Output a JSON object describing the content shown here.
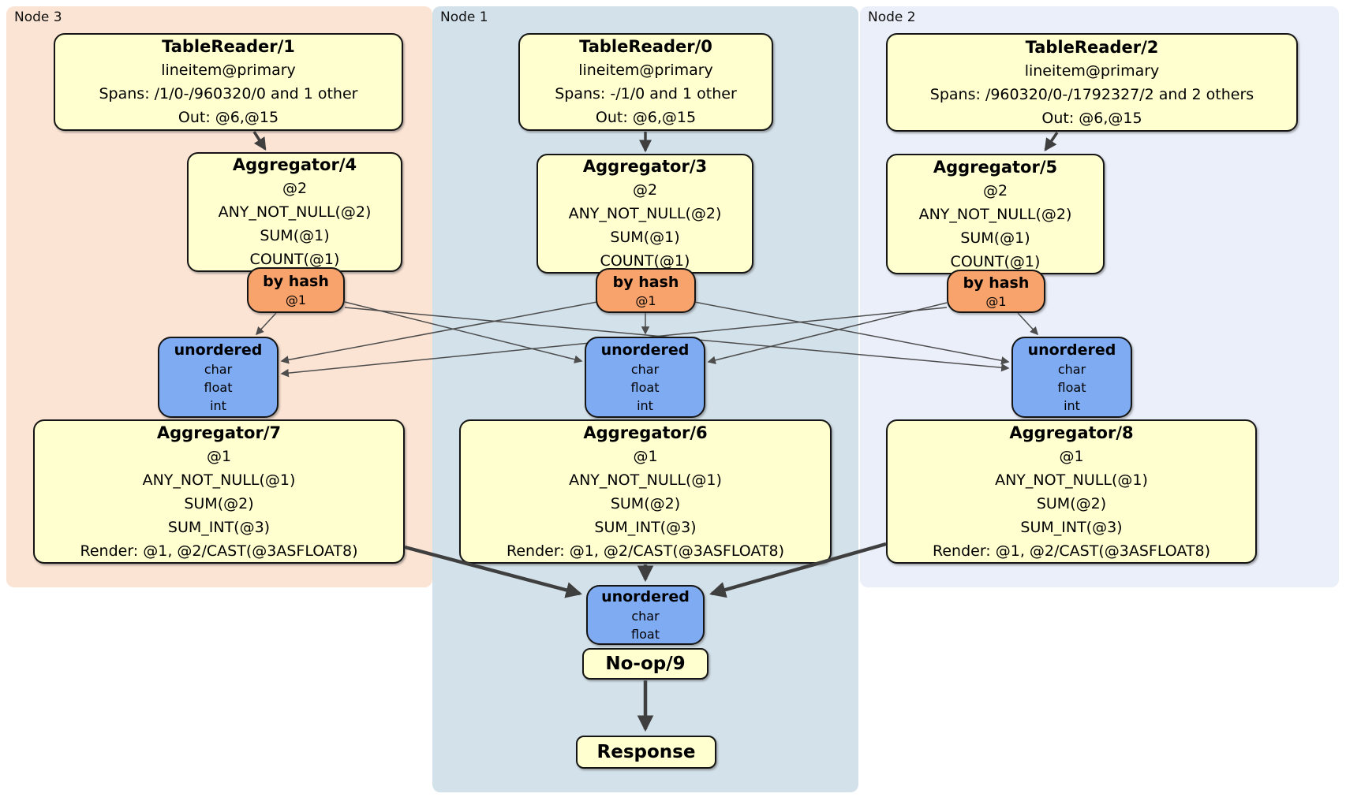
{
  "diagram": {
    "kind": "distsql-plan",
    "regions": {
      "node3": {
        "label": "Node 3",
        "color": "#fce4d4"
      },
      "node1": {
        "label": "Node 1",
        "color": "#d3e1ea"
      },
      "node2": {
        "label": "Node 2",
        "color": "#eaeffa"
      }
    },
    "colors": {
      "box_fill": "#ffffcf",
      "router_fill": "#f7a36b",
      "sync_fill": "#7fabf3",
      "edge": "#3f3f3f"
    },
    "boxes": {
      "tr1": {
        "title": "TableReader/1",
        "lines": [
          "lineitem@primary",
          "Spans: /1/0-/960320/0 and 1 other",
          "Out: @6,@15"
        ]
      },
      "agg4": {
        "title": "Aggregator/4",
        "lines": [
          "@2",
          "ANY_NOT_NULL(@2)",
          "SUM(@1)",
          "COUNT(@1)"
        ]
      },
      "router3": {
        "title": "by hash",
        "lines": [
          "@1"
        ]
      },
      "sync3": {
        "title": "unordered",
        "lines": [
          "char",
          "float",
          "int"
        ]
      },
      "agg7": {
        "title": "Aggregator/7",
        "lines": [
          "@1",
          "ANY_NOT_NULL(@1)",
          "SUM(@2)",
          "SUM_INT(@3)",
          "Render: @1, @2/CAST(@3ASFLOAT8)"
        ]
      },
      "tr0": {
        "title": "TableReader/0",
        "lines": [
          "lineitem@primary",
          "Spans: -/1/0 and 1 other",
          "Out: @6,@15"
        ]
      },
      "agg3": {
        "title": "Aggregator/3",
        "lines": [
          "@2",
          "ANY_NOT_NULL(@2)",
          "SUM(@1)",
          "COUNT(@1)"
        ]
      },
      "router1": {
        "title": "by hash",
        "lines": [
          "@1"
        ]
      },
      "sync1": {
        "title": "unordered",
        "lines": [
          "char",
          "float",
          "int"
        ]
      },
      "agg6": {
        "title": "Aggregator/6",
        "lines": [
          "@1",
          "ANY_NOT_NULL(@1)",
          "SUM(@2)",
          "SUM_INT(@3)",
          "Render: @1, @2/CAST(@3ASFLOAT8)"
        ]
      },
      "tr2": {
        "title": "TableReader/2",
        "lines": [
          "lineitem@primary",
          "Spans: /960320/0-/1792327/2 and 2 others",
          "Out: @6,@15"
        ]
      },
      "agg5": {
        "title": "Aggregator/5",
        "lines": [
          "@2",
          "ANY_NOT_NULL(@2)",
          "SUM(@1)",
          "COUNT(@1)"
        ]
      },
      "router2": {
        "title": "by hash",
        "lines": [
          "@1"
        ]
      },
      "sync2": {
        "title": "unordered",
        "lines": [
          "char",
          "float",
          "int"
        ]
      },
      "agg8": {
        "title": "Aggregator/8",
        "lines": [
          "@1",
          "ANY_NOT_NULL(@1)",
          "SUM(@2)",
          "SUM_INT(@3)",
          "Render: @1, @2/CAST(@3ASFLOAT8)"
        ]
      },
      "sync_final": {
        "title": "unordered",
        "lines": [
          "char",
          "float"
        ]
      },
      "noop": {
        "title": "No-op/9"
      },
      "response": {
        "title": "Response"
      }
    }
  }
}
